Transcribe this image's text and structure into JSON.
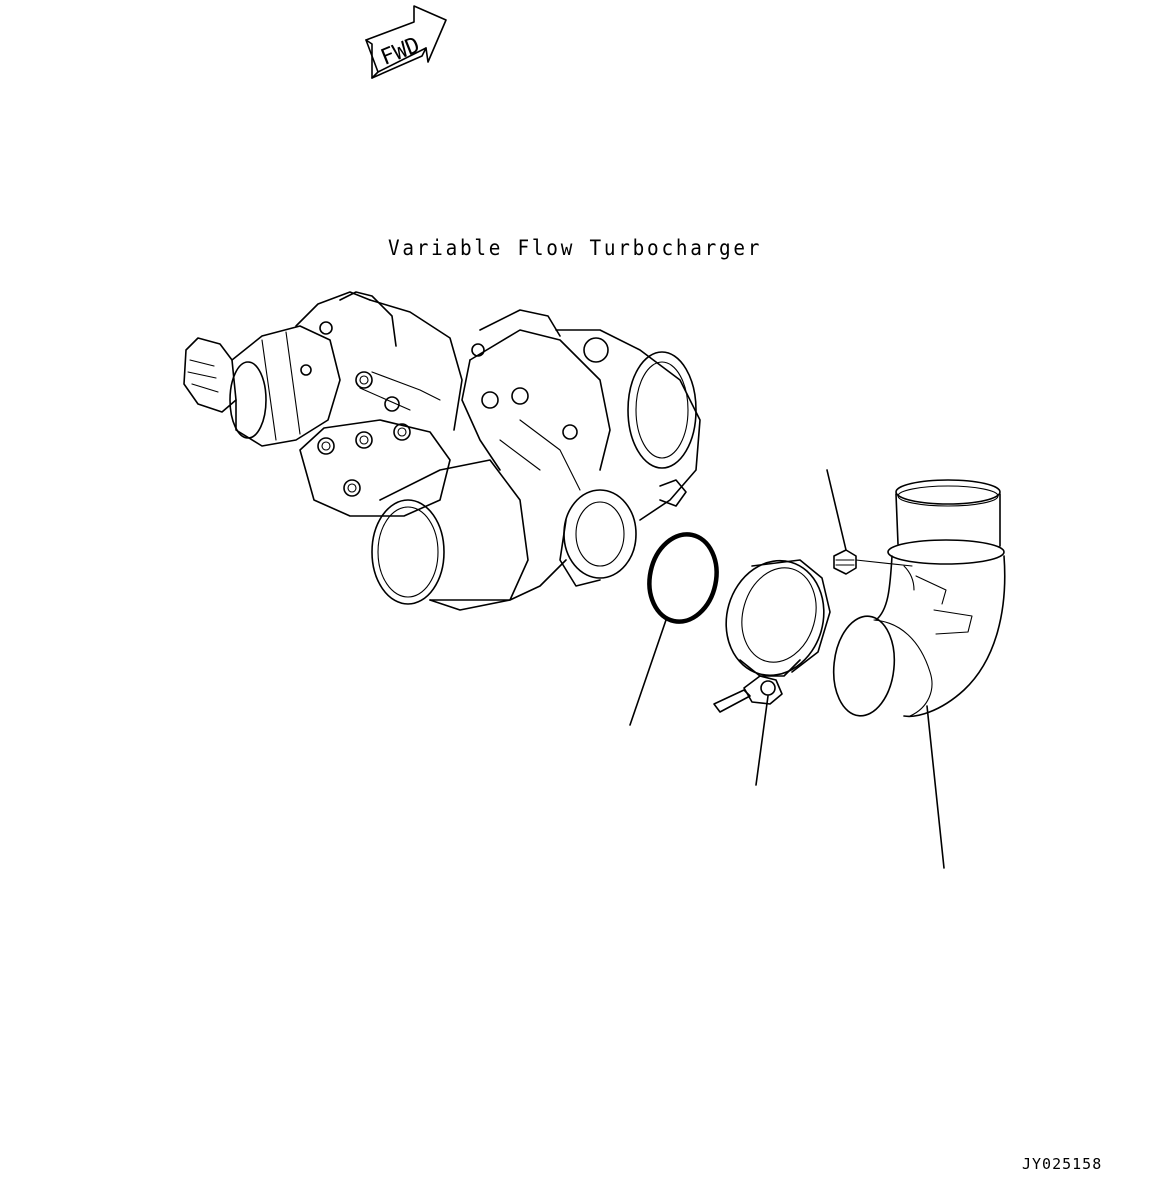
{
  "diagram": {
    "fwd_label": "FWD",
    "title": "Variable Flow Turbocharger",
    "figure_code": "JY025158"
  }
}
